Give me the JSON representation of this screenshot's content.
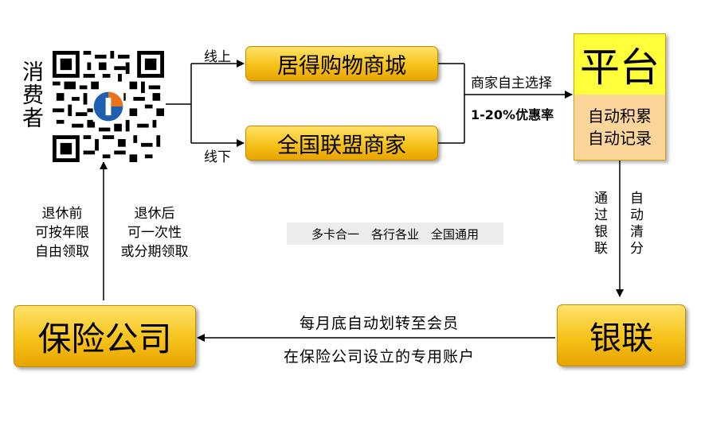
{
  "consumer": {
    "label": "消费者"
  },
  "qr": {
    "icon": "qr-code-icon"
  },
  "flow": {
    "online_label": "线上",
    "offline_label": "线下",
    "mall_label": "居得购物商城",
    "alliance_label": "全国联盟商家",
    "merchant_choice_label": "商家自主选择",
    "discount_label": "1-20%优惠率",
    "platform_title": "平台",
    "platform_line1": "自动积累",
    "platform_line2": "自动记录",
    "unionpay_text_left": "通过银联",
    "unionpay_text_right": "自动清分",
    "unionpay_label": "银联",
    "transfer_line1": "每月底自动划转至会员",
    "transfer_line2": "在保险公司设立的专用账户",
    "insurance_label": "保险公司",
    "before_retire_line1": "退休前",
    "before_retire_line2": "可按年限",
    "before_retire_line3": "自由领取",
    "after_retire_line1": "退休后",
    "after_retire_line2": "可一次性",
    "after_retire_line3": "或分期领取",
    "multi_card_label": "多卡合一　各行各业　全国通用"
  },
  "colors": {
    "gold": "#f6c21a",
    "platform_yellow": "#ffff3c",
    "platform_peach": "#fcd59a"
  }
}
